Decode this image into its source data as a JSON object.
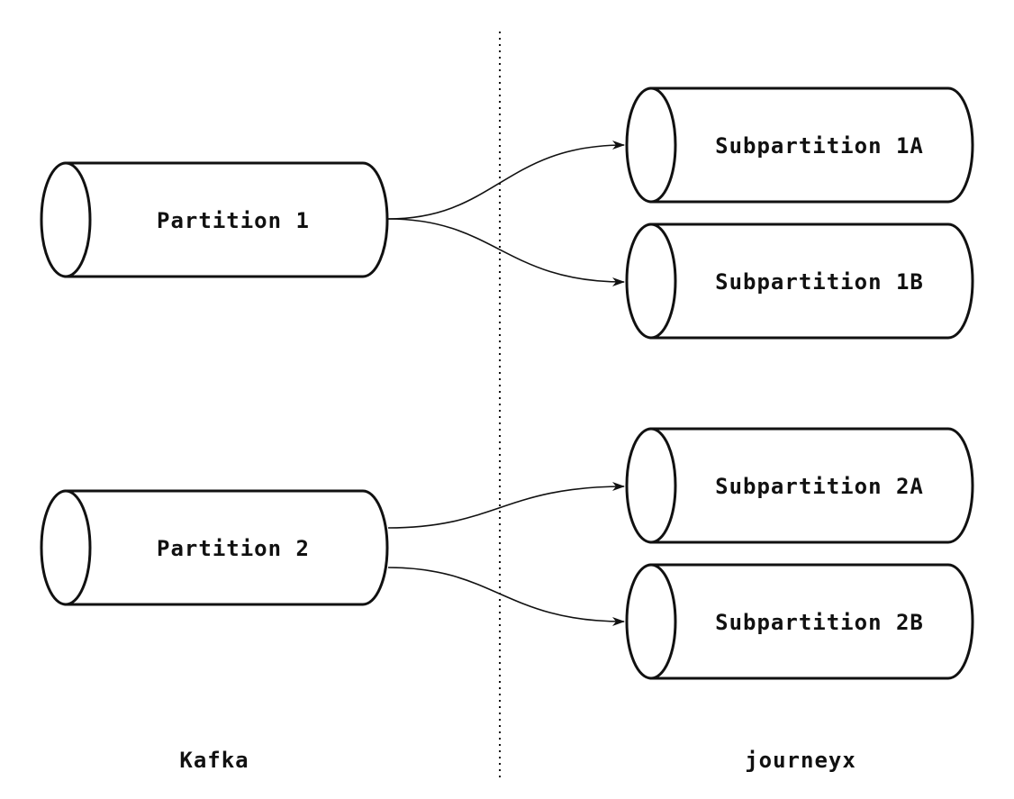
{
  "regions": {
    "left_label": "Kafka",
    "right_label": "journeyx"
  },
  "nodes": {
    "partition_1": {
      "label": "Partition 1"
    },
    "partition_2": {
      "label": "Partition 2"
    },
    "sub_1a": {
      "label": "Subpartition 1A"
    },
    "sub_1b": {
      "label": "Subpartition 1B"
    },
    "sub_2a": {
      "label": "Subpartition 2A"
    },
    "sub_2b": {
      "label": "Subpartition 2B"
    }
  },
  "edges": [
    {
      "from": "partition_1",
      "to": "sub_1a"
    },
    {
      "from": "partition_1",
      "to": "sub_1b"
    },
    {
      "from": "partition_2",
      "to": "sub_2a"
    },
    {
      "from": "partition_2",
      "to": "sub_2b"
    }
  ]
}
